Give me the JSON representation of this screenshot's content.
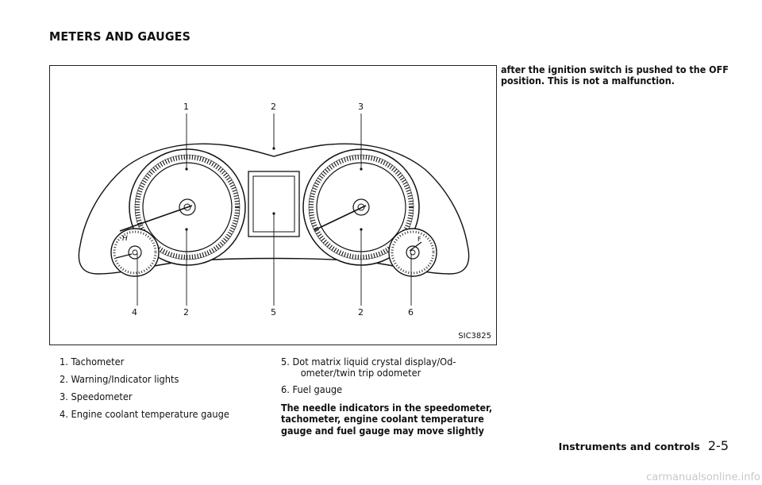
{
  "section_title": "METERS AND GAUGES",
  "figure": {
    "code": "SIC3825",
    "callouts": {
      "top": [
        "1",
        "2",
        "3"
      ],
      "bottom": [
        "4",
        "2",
        "5",
        "2",
        "6"
      ]
    },
    "gauge_letters": {
      "temp_hot": "H",
      "fuel_full": "F"
    }
  },
  "legend": [
    {
      "num": "1.",
      "text": "Tachometer"
    },
    {
      "num": "2.",
      "text": "Warning/Indicator lights"
    },
    {
      "num": "3.",
      "text": "Speedometer"
    },
    {
      "num": "4.",
      "text": "Engine coolant temperature gauge"
    },
    {
      "num": "5.",
      "text": "Dot matrix liquid crystal display/Od-ometer/twin trip odometer"
    },
    {
      "num": "6.",
      "text": "Fuel gauge"
    }
  ],
  "note_text": "The needle indicators in the speedometer, tachometer, engine coolant temperature gauge and fuel gauge may move slightly",
  "note_continued": "after the ignition switch is pushed to the OFF position. This is not a malfunction.",
  "footer": {
    "section": "Instruments and controls",
    "page": "2-5"
  },
  "watermark": "carmanualsonline.info"
}
